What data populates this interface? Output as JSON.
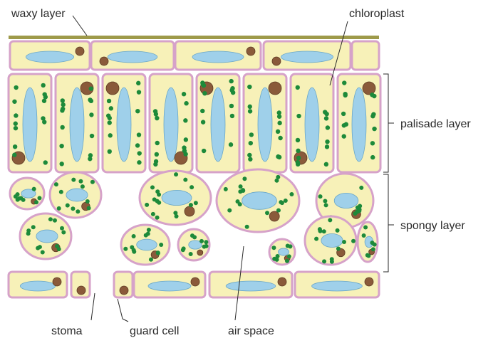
{
  "title": "",
  "colors": {
    "cytoplasm": "#f7f1b8",
    "cell_wall": "#d6a2c9",
    "vacuole": "#9fd0ea",
    "nucleus": "#8a5a3a",
    "chloroplast": "#1d8a3a",
    "waxy_layer": "#9e9a4a"
  },
  "labels": {
    "waxy_layer": "waxy layer",
    "chloroplast": "chloroplast",
    "palisade_layer": "palisade layer",
    "spongy_layer": "spongy layer",
    "stoma": "stoma",
    "guard_cell": "guard cell",
    "air_space": "air space"
  }
}
